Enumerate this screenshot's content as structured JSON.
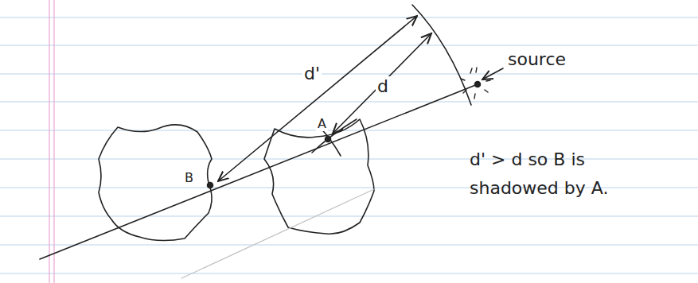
{
  "diagram": {
    "labels": [
      "source",
      "d'",
      "d",
      "A",
      "B",
      "d' > d so B is shadowed by A."
    ]
  }
}
